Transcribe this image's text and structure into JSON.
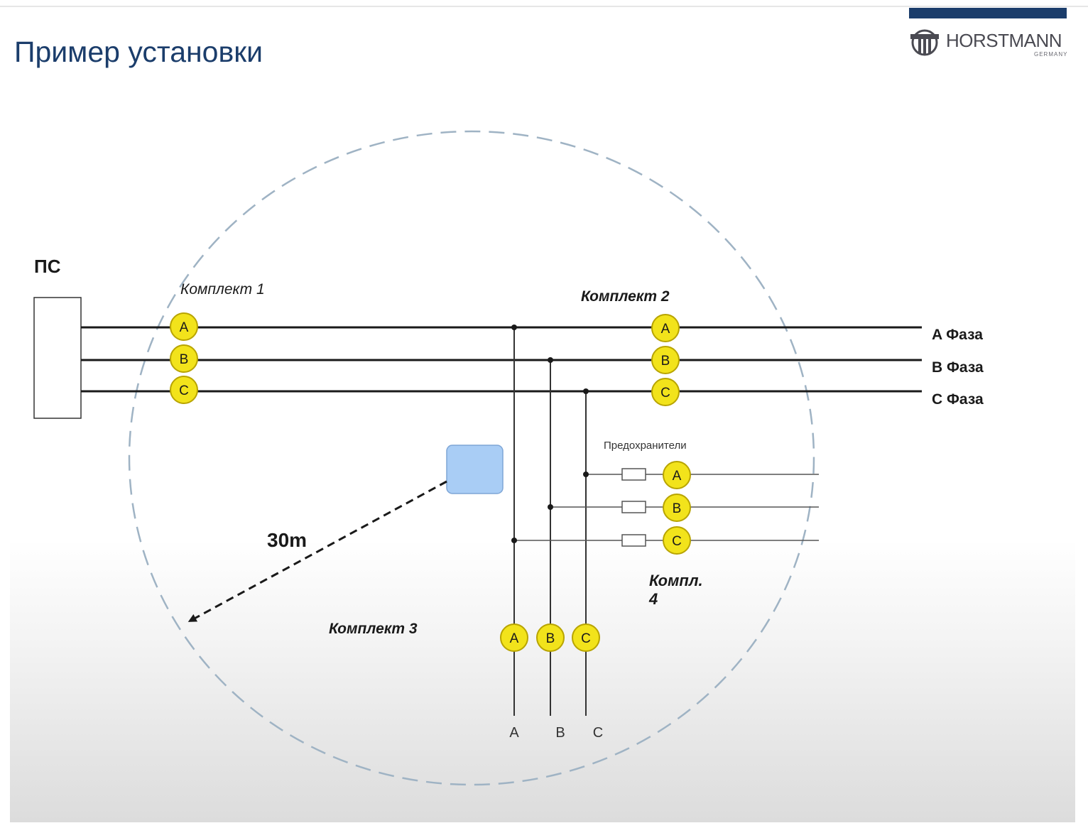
{
  "slide": {
    "title": "Пример установки",
    "brand": {
      "name": "HORSTMANN",
      "sub": "GERMANY",
      "color": "#1b3d6b"
    }
  },
  "diagram": {
    "substation_label": "ПС",
    "distance_label": "30m",
    "fuses_label": "Предохранители",
    "sets": {
      "set1": "Комплект 1",
      "set2": "Комплект 2",
      "set3": "Комплект 3",
      "set4_line1": "Компл.",
      "set4_line2": "4"
    },
    "phases": {
      "a": "A Фаза",
      "b": "B Фаза",
      "c": "C Фаза"
    },
    "sensor_letters": {
      "a": "A",
      "b": "B",
      "c": "C"
    },
    "bottom_labels": {
      "a": "A",
      "b": "B",
      "c": "C"
    },
    "colors": {
      "sensor_fill": "#f2e31b",
      "sensor_stroke": "#b8a400",
      "device_fill": "#a9cdf5",
      "circle_dash": "#9fb3c4",
      "line": "#1a1a1a"
    }
  }
}
